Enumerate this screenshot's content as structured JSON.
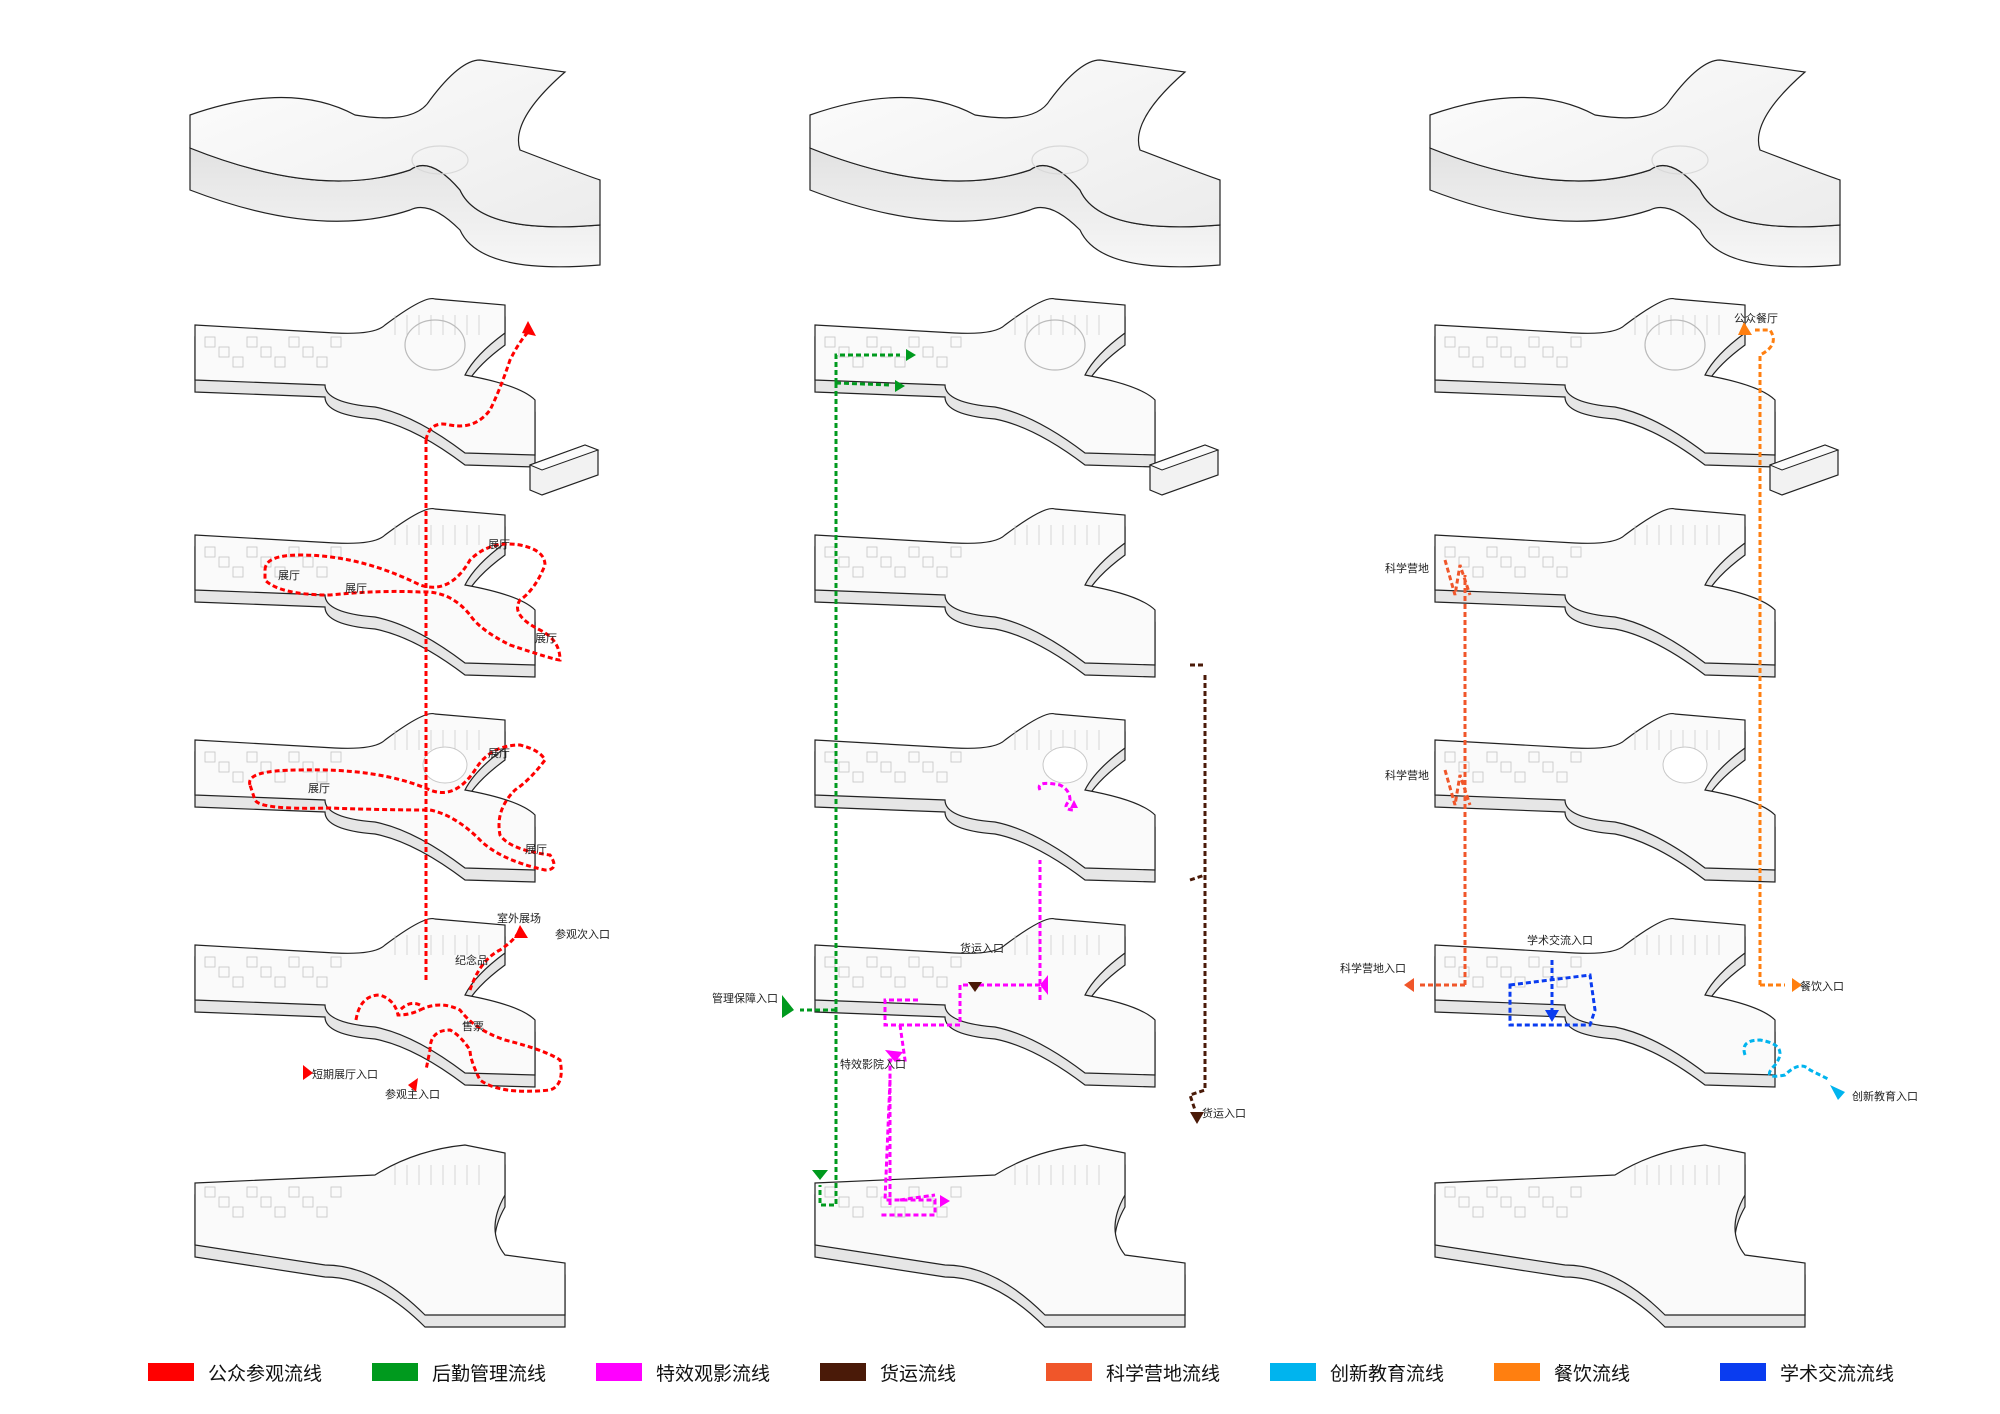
{
  "labels": {
    "public_entrance": "参观主入口",
    "visit_second_entrance": "参观次入口",
    "outdoor_exhibit": "室外展场",
    "souvenir": "纪念品",
    "ticket": "售票",
    "short_exhibit_entrance": "短期展厅入口",
    "hall": "展厅",
    "freight_entrance": "货运入口",
    "mgmt_entrance": "管理保障入口",
    "effect_cinema_entrance": "特效影院入口",
    "science_camp": "科学营地",
    "science_camp_entrance": "科学营地入口",
    "academic_entrance": "学术交流入口",
    "dining_entrance": "餐饮入口",
    "public_dining": "公众餐厅",
    "innovation_entrance": "创新教育入口"
  },
  "legend": [
    {
      "label": "公众参观流线",
      "color": "#ff0000"
    },
    {
      "label": "后勤管理流线",
      "color": "#009a1e"
    },
    {
      "label": "特效观影流线",
      "color": "#ff00ff"
    },
    {
      "label": "货运流线",
      "color": "#4a1a08"
    },
    {
      "label": "科学营地流线",
      "color": "#f0562a"
    },
    {
      "label": "创新教育流线",
      "color": "#00b4ee"
    },
    {
      "label": "餐饮流线",
      "color": "#ff7f10"
    },
    {
      "label": "学术交流流线",
      "color": "#0a3cf0"
    }
  ]
}
